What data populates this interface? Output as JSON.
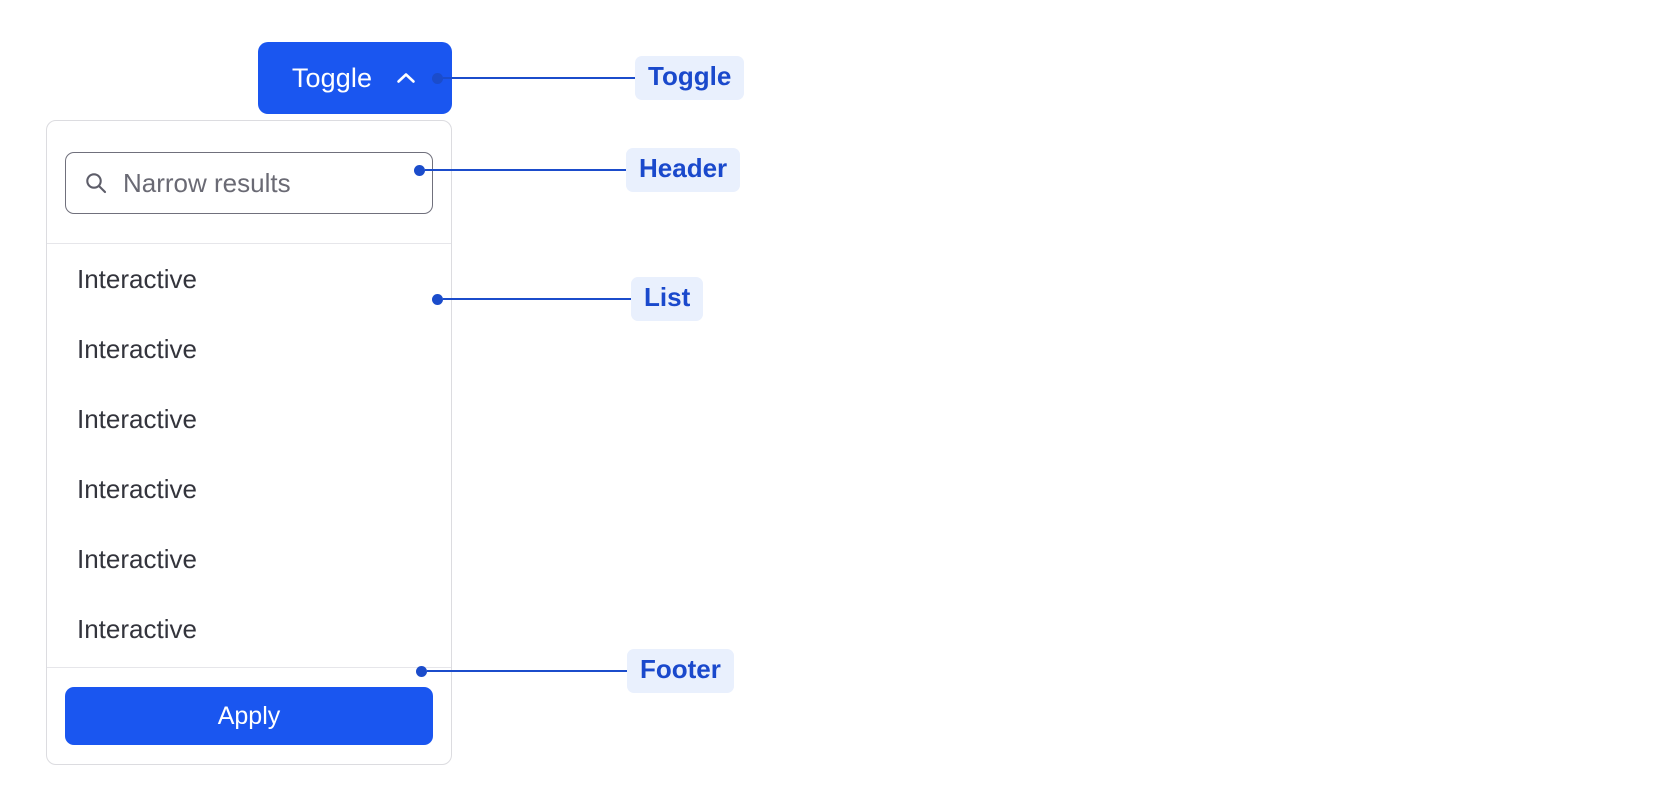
{
  "toggle": {
    "label": "Toggle",
    "icon": "chevron-up-icon",
    "expanded": true,
    "background_color": "#1a56f0",
    "text_color": "#ffffff"
  },
  "panel": {
    "header": {
      "search": {
        "icon": "search-icon",
        "placeholder": "Narrow results",
        "value": ""
      }
    },
    "list": {
      "items": [
        {
          "label": "Interactive"
        },
        {
          "label": "Interactive"
        },
        {
          "label": "Interactive"
        },
        {
          "label": "Interactive"
        },
        {
          "label": "Interactive"
        },
        {
          "label": "Interactive"
        }
      ]
    },
    "footer": {
      "apply_label": "Apply",
      "apply_background_color": "#1a56f0",
      "apply_text_color": "#ffffff"
    },
    "border_color": "#dcdce0",
    "divider_color": "#e6e6ea"
  },
  "annotations": {
    "accent_color": "#1b4ccb",
    "chip_background": "#e9f0fd",
    "chip_text_color": "#1a49cc",
    "items": [
      {
        "label": "Toggle"
      },
      {
        "label": "Header"
      },
      {
        "label": "List"
      },
      {
        "label": "Footer"
      }
    ]
  }
}
